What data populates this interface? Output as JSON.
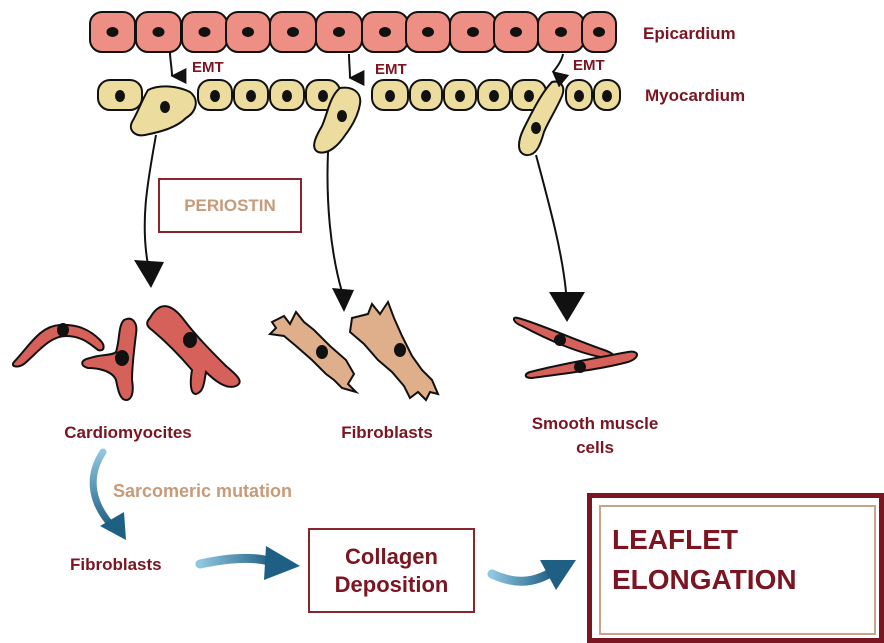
{
  "layers": {
    "epicardium": "Epicardium",
    "myocardium": "Myocardium",
    "emt": "EMT"
  },
  "periostin": "PERIOSTIN",
  "cell_types": {
    "cardiomyocites": "Cardiomyocites",
    "fibroblasts": "Fibroblasts",
    "smooth_muscle_line1": "Smooth muscle",
    "smooth_muscle_line2": "cells"
  },
  "pathway": {
    "mutation": "Sarcomeric mutation",
    "fibroblasts": "Fibroblasts",
    "collagen_line1": "Collagen",
    "collagen_line2": "Deposition",
    "leaflet_line1": "LEAFLET",
    "leaflet_line2": "ELONGATION"
  },
  "colors": {
    "epicardium_fill": "#ee8f85",
    "myocardium_fill": "#ecdc9e",
    "cardiomyocyte_fill": "#d6615b",
    "fibroblast_fill": "#dfae8b",
    "dark_red": "#7a1521",
    "tan_text": "#c79a78",
    "teal_arrow": "#2a6e90"
  }
}
